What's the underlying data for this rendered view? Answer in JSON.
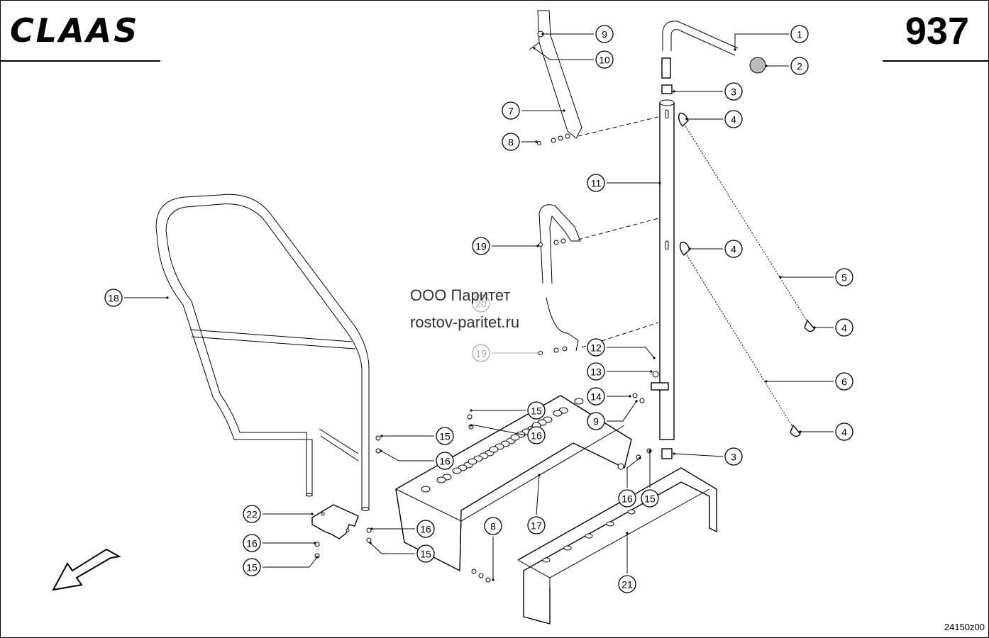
{
  "header": {
    "brand": "CLAAS",
    "page_number": "937"
  },
  "drawing_id": "24150z00",
  "watermark": {
    "line1": "ООО Паритет",
    "line2": "rostov-paritet.ru"
  },
  "callouts": [
    {
      "id": "c1",
      "label": "1"
    },
    {
      "id": "c2",
      "label": "2"
    },
    {
      "id": "c3a",
      "label": "3"
    },
    {
      "id": "c3b",
      "label": "3"
    },
    {
      "id": "c4a",
      "label": "4"
    },
    {
      "id": "c4b",
      "label": "4"
    },
    {
      "id": "c4c",
      "label": "4"
    },
    {
      "id": "c4d",
      "label": "4"
    },
    {
      "id": "c5",
      "label": "5"
    },
    {
      "id": "c6",
      "label": "6"
    },
    {
      "id": "c7",
      "label": "7"
    },
    {
      "id": "c8a",
      "label": "8"
    },
    {
      "id": "c8b",
      "label": "8"
    },
    {
      "id": "c9a",
      "label": "9"
    },
    {
      "id": "c9b",
      "label": "9"
    },
    {
      "id": "c10",
      "label": "10"
    },
    {
      "id": "c11",
      "label": "11"
    },
    {
      "id": "c12",
      "label": "12"
    },
    {
      "id": "c13",
      "label": "13"
    },
    {
      "id": "c14",
      "label": "14"
    },
    {
      "id": "c15a",
      "label": "15"
    },
    {
      "id": "c15b",
      "label": "15"
    },
    {
      "id": "c15c",
      "label": "15"
    },
    {
      "id": "c15d",
      "label": "15"
    },
    {
      "id": "c15e",
      "label": "15"
    },
    {
      "id": "c16a",
      "label": "16"
    },
    {
      "id": "c16b",
      "label": "16"
    },
    {
      "id": "c16c",
      "label": "16"
    },
    {
      "id": "c16d",
      "label": "16"
    },
    {
      "id": "c16e",
      "label": "16"
    },
    {
      "id": "c17",
      "label": "17"
    },
    {
      "id": "c18",
      "label": "18"
    },
    {
      "id": "c19a",
      "label": "19"
    },
    {
      "id": "c19b",
      "label": "19"
    },
    {
      "id": "c20",
      "label": "20"
    },
    {
      "id": "c21",
      "label": "21"
    },
    {
      "id": "c22",
      "label": "22"
    }
  ],
  "icons": {
    "direction_arrow": "arrow-down-left-icon"
  }
}
